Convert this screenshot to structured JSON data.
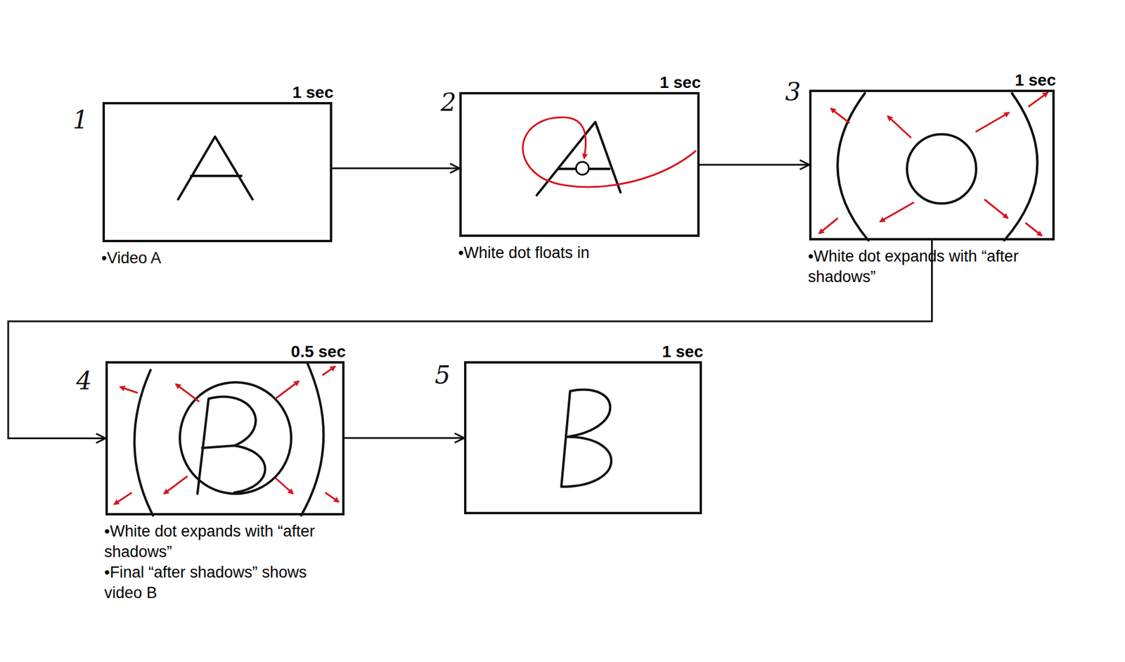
{
  "diagram": {
    "nodes": [
      {
        "text": [
          "1 sec",
          "•Video A"
        ]
      },
      {
        "text": [
          "1 sec",
          "•White dot floats in"
        ]
      },
      {
        "text": [
          "1 sec",
          "•White dot expands with “after shadows”"
        ]
      },
      {
        "text": [
          "0.5 sec",
          "•White dot expands with “after shadows”",
          "•Final “after shadows” shows video B"
        ]
      },
      {
        "text": [
          "1 sec"
        ]
      }
    ],
    "edges": [
      {
        "from": 0,
        "to": 1,
        "arrow": "to"
      },
      {
        "from": 1,
        "to": 2,
        "arrow": "to"
      },
      {
        "from": 2,
        "to": 3,
        "arrow": "to"
      },
      {
        "from": 3,
        "to": 4,
        "arrow": "to"
      }
    ],
    "labels": [
      "1",
      "2",
      "3",
      "4",
      "5"
    ]
  }
}
